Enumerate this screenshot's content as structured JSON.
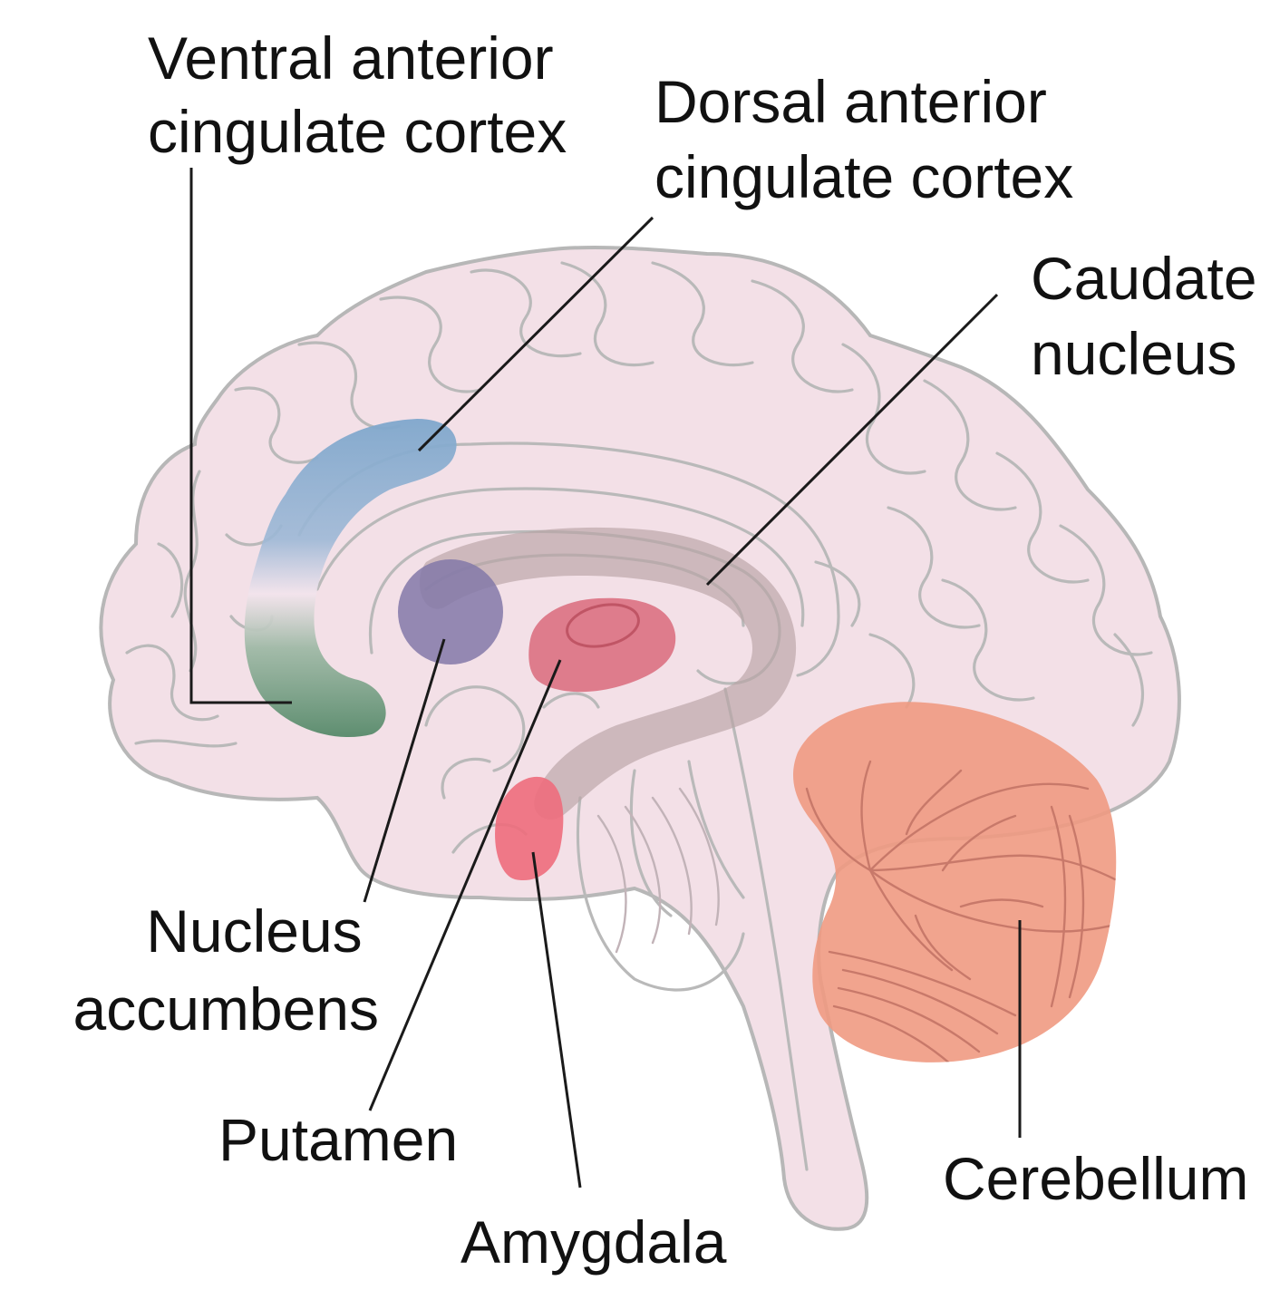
{
  "labels": {
    "ventral_acc": [
      "Ventral anterior",
      "cingulate cortex"
    ],
    "dorsal_acc": [
      "Dorsal anterior",
      "cingulate cortex"
    ],
    "caudate": [
      "Caudate",
      "nucleus"
    ],
    "nucleus_accumbens": [
      "Nucleus",
      "accumbens"
    ],
    "putamen": "Putamen",
    "amygdala": "Amygdala",
    "cerebellum": "Cerebellum"
  },
  "colors": {
    "brain_fill": "#f3e0e7",
    "brain_outline": "#b7b7b7",
    "dorsal_acc": "#7fa7cc",
    "ventral_acc": "#5e8e70",
    "caudate": "#b9a3a4",
    "nucleus_accumbens": "#8378a8",
    "putamen": "#d96a7b",
    "amygdala": "#ee6d7c",
    "cerebellum": "#f09a82"
  }
}
